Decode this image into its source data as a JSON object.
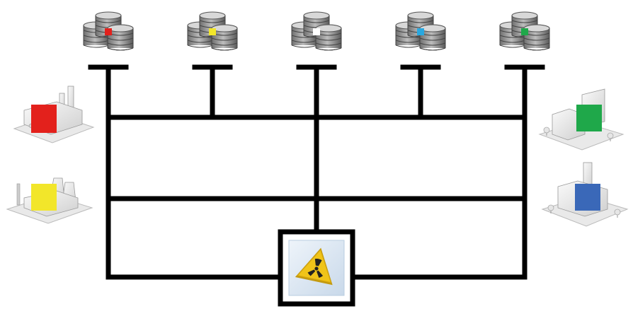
{
  "colors": {
    "background": "#ffffff",
    "network_lines": "#000000",
    "red": "#e3211c",
    "yellow": "#f2e62a",
    "cyan": "#29a8e0",
    "green": "#1fa84a",
    "blue": "#3a68b8",
    "hazard_yellow": "#f0c419",
    "hazard_box": "#dfe9f3"
  },
  "databases": [
    {
      "id": "db-red",
      "color_key": "red"
    },
    {
      "id": "db-yellow",
      "color_key": "yellow"
    },
    {
      "id": "db-plain",
      "color_key": null
    },
    {
      "id": "db-cyan",
      "color_key": "cyan"
    },
    {
      "id": "db-green",
      "color_key": "green"
    }
  ],
  "facilities": [
    {
      "id": "factory",
      "side": "left",
      "color_key": "red"
    },
    {
      "id": "power-plant",
      "side": "left",
      "color_key": "yellow"
    },
    {
      "id": "office-campus",
      "side": "right",
      "color_key": "green"
    },
    {
      "id": "corporate-tower",
      "side": "right",
      "color_key": "blue"
    }
  ],
  "central_node": {
    "icon": "radiation-hazard-icon"
  }
}
